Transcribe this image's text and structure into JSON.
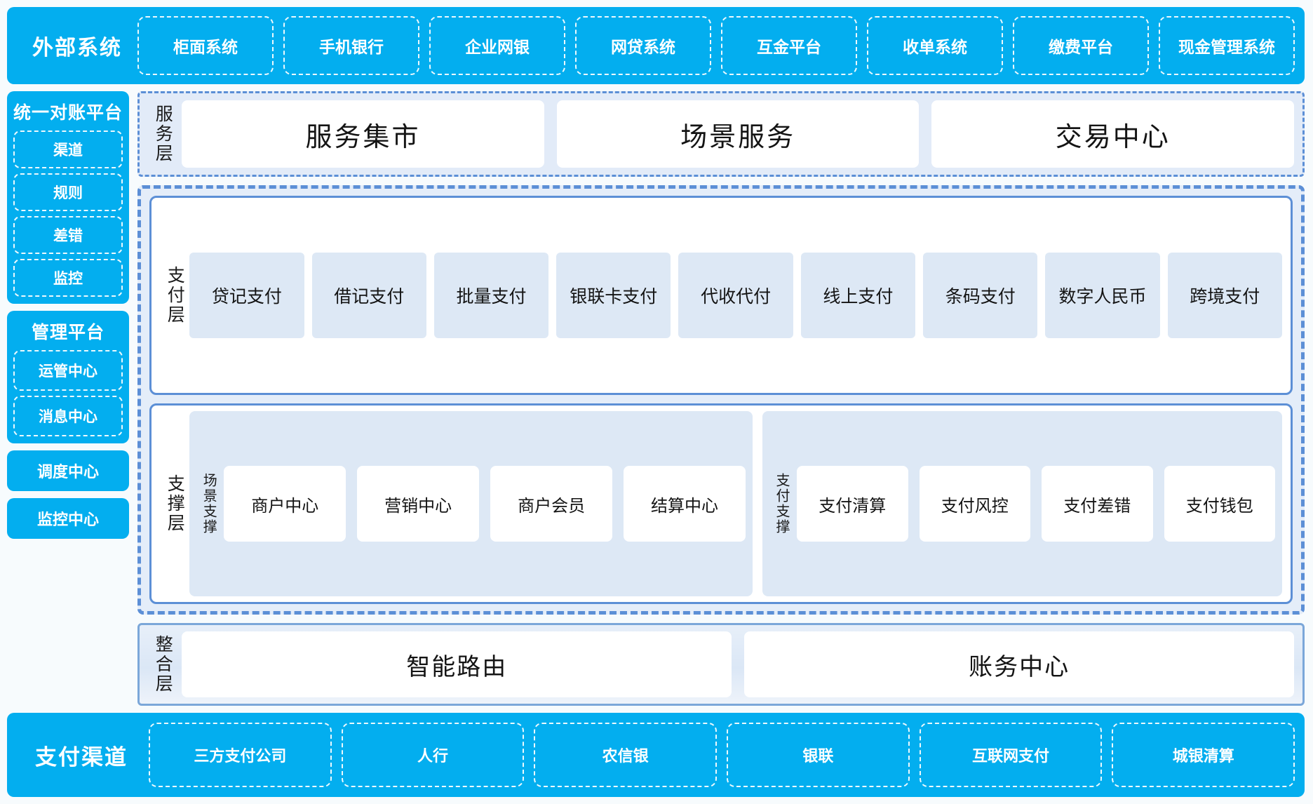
{
  "external_systems": {
    "title": "外部系统",
    "items": [
      "柜面系统",
      "手机银行",
      "企业网银",
      "网贷系统",
      "互金平台",
      "收单系统",
      "缴费平台",
      "现金管理系统"
    ]
  },
  "sidebar": {
    "reconciliation": {
      "title": "统一对账平台",
      "items": [
        "渠道",
        "规则",
        "差错",
        "监控"
      ]
    },
    "management": {
      "title": "管理平台",
      "items": [
        "运管中心",
        "消息中心"
      ]
    },
    "standalone": [
      "调度中心",
      "监控中心"
    ]
  },
  "service_layer": {
    "label": "服务层",
    "cards": [
      "服务集市",
      "场景服务",
      "交易中心"
    ]
  },
  "payment_layer": {
    "label": "支付层",
    "cards": [
      "贷记支付",
      "借记支付",
      "批量支付",
      "银联卡支付",
      "代收代付",
      "线上支付",
      "条码支付",
      "数字人民币",
      "跨境支付"
    ]
  },
  "support_layer": {
    "label": "支撑层",
    "groups": [
      {
        "label": "场景支撑",
        "cards": [
          "商户中心",
          "营销中心",
          "商户会员",
          "结算中心"
        ]
      },
      {
        "label": "支付支撑",
        "cards": [
          "支付清算",
          "支付风控",
          "支付差错",
          "支付钱包"
        ]
      }
    ]
  },
  "integration_layer": {
    "label": "整合层",
    "cards": [
      "智能路由",
      "账务中心"
    ]
  },
  "payment_channels": {
    "title": "支付渠道",
    "items": [
      "三方支付公司",
      "人行",
      "农信银",
      "银联",
      "互联网支付",
      "城银清算"
    ]
  },
  "colors": {
    "brand_cyan": "#03AEEF",
    "dash_blue": "#5c8fd6",
    "tile_blue": "#dde8f5",
    "panel_bg": "#e4edf9",
    "page_bg": "#f7fbfd"
  }
}
